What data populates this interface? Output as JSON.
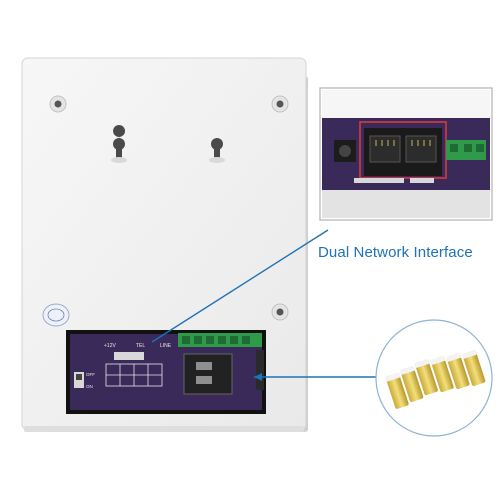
{
  "callout": {
    "label": "Dual Network Interface"
  },
  "board": {
    "label_power": "+12V",
    "label_tel": "TEL",
    "label_line": "LINE",
    "label_off": "OFF",
    "label_on": "ON"
  },
  "colors": {
    "housing": "#f2f2f2",
    "board": "#3a2a5a",
    "terminal": "#2f9a4a",
    "callout_line": "#1d72b8",
    "caption": "#1d72b8"
  }
}
